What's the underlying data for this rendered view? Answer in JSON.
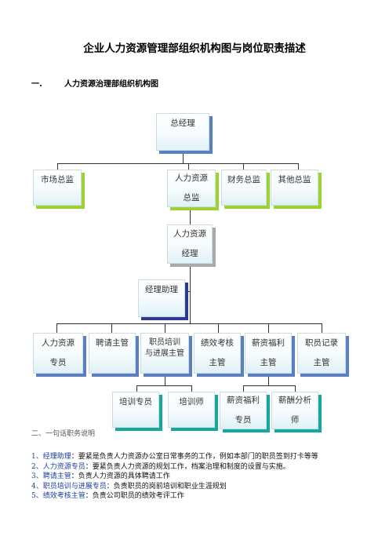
{
  "title": "企业人力资源管理部组织机构图与岗位职责描述",
  "section1": {
    "num": "一.",
    "label": "人力资源治理部组织机构图"
  },
  "org": {
    "ceo": "总经理",
    "directors": {
      "market": "市场总监",
      "hr": [
        "人力资源",
        "总监"
      ],
      "finance": "财务总监",
      "other": "其他总监"
    },
    "hr_manager": [
      "人力资源",
      "经理"
    ],
    "assistant": "经理助理",
    "depts": {
      "hr_specialist": [
        "人力资源",
        "专员"
      ],
      "recruit": "聘请主管",
      "training": [
        "职员培训",
        "与进展主管"
      ],
      "performance": [
        "绩效考核",
        "主管"
      ],
      "compensation": [
        "薪资福利",
        "主管"
      ],
      "records": [
        "职员记录",
        "主管"
      ]
    },
    "sub": {
      "training_specialist": "培训专员",
      "trainer": "培训师",
      "comp_specialist": [
        "薪资福利",
        "专员"
      ],
      "salary_analyst": [
        "薪酬分析",
        "师"
      ]
    }
  },
  "section2": "二、一句话职务说明",
  "duties": [
    {
      "num": "1、",
      "role": "经理助理",
      "desc": "：要紧是负责人力资源办公室日常事务的工作，例如本部门的职员签到打卡等等"
    },
    {
      "num": "2、",
      "role": "人力资源专员",
      "desc": "：要紧负责人力资源的规划工作，档案治理和制度的设置与实施。"
    },
    {
      "num": "3、",
      "role": "聘请主管",
      "desc": "：负责人力资源的具体聘请工作"
    },
    {
      "num": "4、",
      "role": "职员培训与进展专员",
      "desc": "：负责职员的岗前培训和职业生涯规划"
    },
    {
      "num": "5、",
      "role": "绩效考核主管",
      "desc": "：负责公司职员的绩效考评工作"
    }
  ]
}
